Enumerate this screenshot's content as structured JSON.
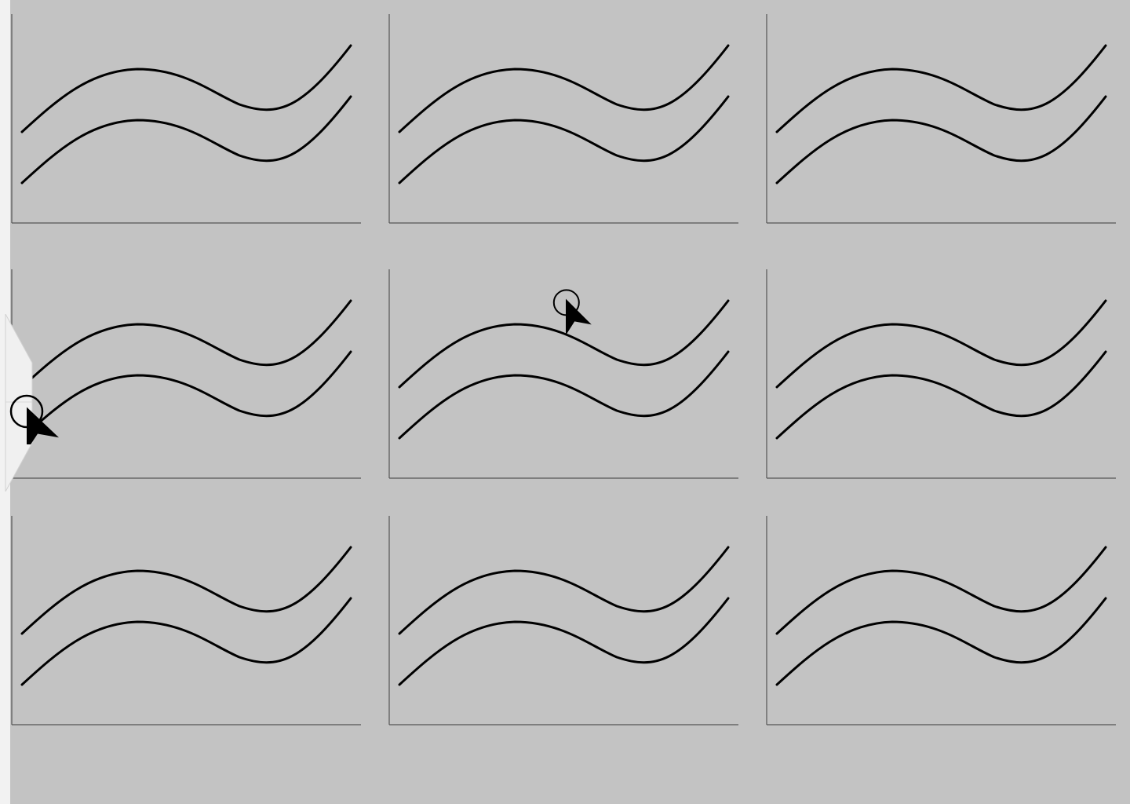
{
  "colors": {
    "background": "#c3c3c3",
    "rail": "#f2f2f2",
    "axis": "#555555",
    "curve": "#000000",
    "tab_fill": "#f0f0f0",
    "tab_stroke": "#d2d2d2"
  },
  "icons": {
    "panel_tab": "collapse-panel-icon",
    "cursor": "mouse-pointer-icon",
    "cursor_ring": "click-target-icon"
  },
  "grid": {
    "rows": 3,
    "cols": 3,
    "curves_per_thumbnail": 2
  }
}
